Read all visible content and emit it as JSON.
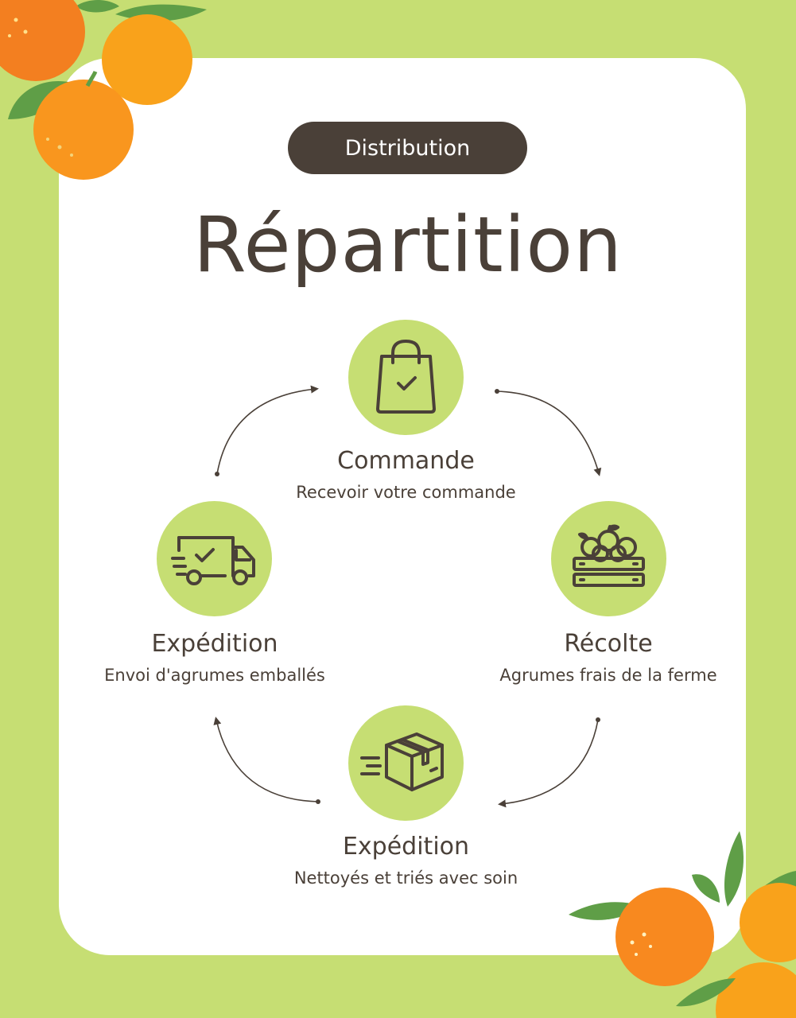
{
  "badge": "Distribution",
  "title": "Répartition",
  "steps": [
    {
      "title": "Commande",
      "desc": "Recevoir votre commande",
      "icon": "shopping-bag-check-icon"
    },
    {
      "title": "Récolte",
      "desc": "Agrumes frais de la ferme",
      "icon": "fruit-crate-icon"
    },
    {
      "title": "Expédition",
      "desc": "Nettoyés et triés avec soin",
      "icon": "moving-box-icon"
    },
    {
      "title": "Expédition",
      "desc": "Envoi d'agrumes emballés",
      "icon": "delivery-truck-check-icon"
    }
  ],
  "colors": {
    "background": "#c6de73",
    "card": "#ffffff",
    "dark": "#4a4038",
    "circle": "#c6de73",
    "orange": "#f8961e",
    "leaf": "#6aa84f"
  }
}
